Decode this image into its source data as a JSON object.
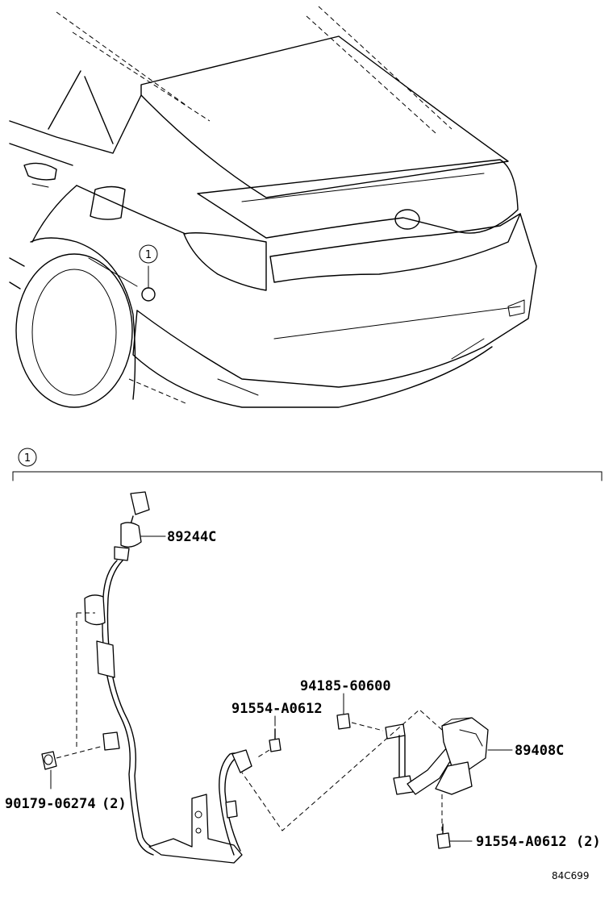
{
  "diagram": {
    "callout_top": "1",
    "section_marker": "1",
    "parts": {
      "sensor_wire_connector": "89244C",
      "height_sensor": "89408C",
      "nut_grommet": "90179-06274",
      "nut_grommet_qty": "(2)",
      "bolt_link": "94185-60600",
      "bolt_wire": "91554-A0612",
      "bolt_sensor": "91554-A0612",
      "bolt_sensor_qty": "(2)"
    },
    "figure_code": "84C699"
  }
}
